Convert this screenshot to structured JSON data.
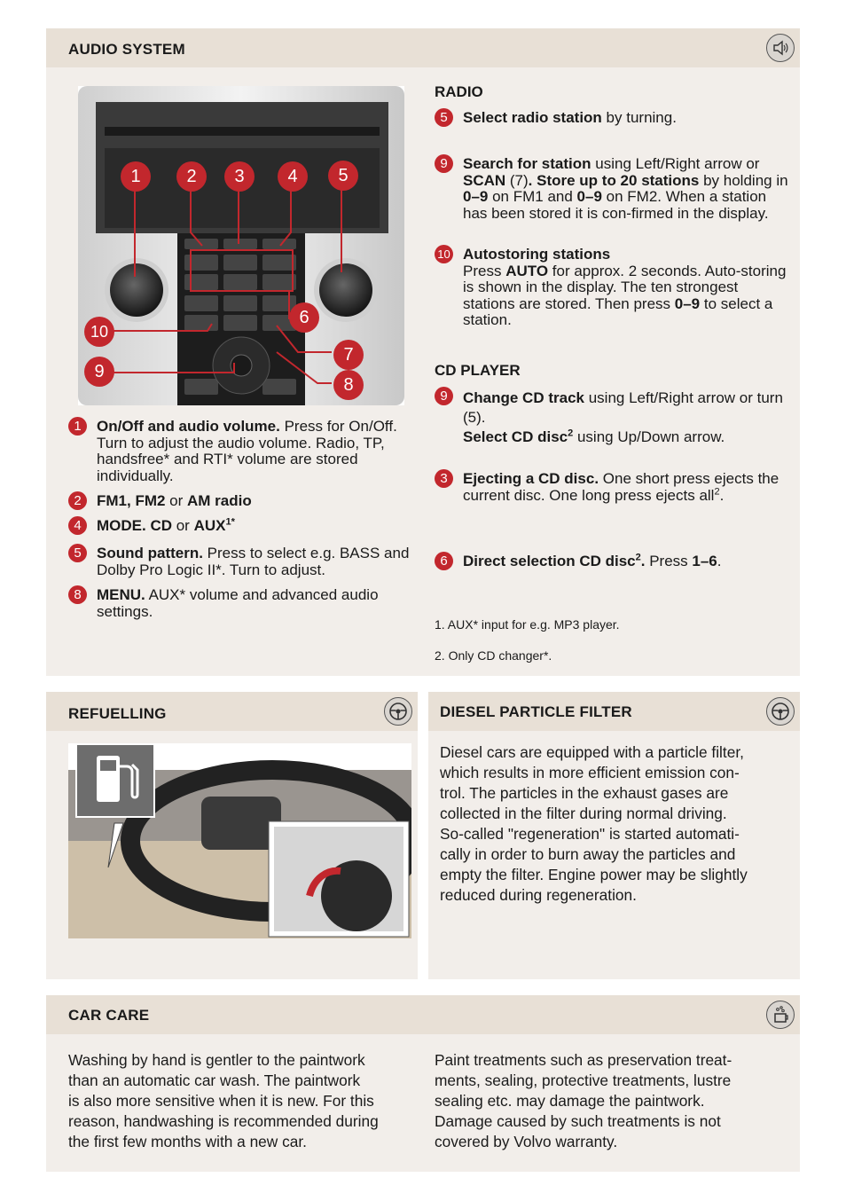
{
  "audio": {
    "title": "AUDIO SYSTEM",
    "icon": "speaker-icon",
    "callouts": [
      "1",
      "2",
      "3",
      "4",
      "5",
      "6",
      "7",
      "8",
      "9",
      "10"
    ],
    "left_items": [
      {
        "num": "1",
        "bold": "On/Off and audio volume.",
        "text": " Press for On/Off. Turn to adjust the audio volume. Radio, TP, handsfree* and RTI* volume are stored individually."
      },
      {
        "num": "2",
        "bold": "FM1, FM2",
        "mid": " or ",
        "bold2": "AM radio"
      },
      {
        "num": "4",
        "bold": "MODE. CD",
        "mid": " or ",
        "bold2": "AUX",
        "sup": "1*"
      },
      {
        "num": "5",
        "bold": "Sound pattern.",
        "text": " Press to select e.g. BASS and Dolby Pro Logic II*. Turn to adjust."
      },
      {
        "num": "8",
        "bold": "MENU.",
        "text": " AUX* volume and advanced audio settings."
      }
    ],
    "radio_title": "RADIO",
    "radio_items": [
      {
        "num": "5",
        "bold": "Select radio station",
        "text": " by turning."
      },
      {
        "num": "9",
        "p1b": "Search for station",
        "p1": " using Left/Right arrow or ",
        "p2b": "SCAN",
        "p2": " (7)",
        "p3b": ". Store up to 20 stations",
        "p3": " by holding in ",
        "p4b": "0–9",
        "p4": " on FM1 and ",
        "p5b": "0–9",
        "p5": " on FM2. When a station has been stored it is con-firmed in the display."
      },
      {
        "num": "10",
        "title": "Autostoring stations",
        "t1": "Press ",
        "t1b": "AUTO",
        "t2": " for approx. 2 seconds. Auto-storing is shown in the display. The ten strongest stations are stored. Then press ",
        "t2b": "0–9",
        "t3": " to select a station."
      }
    ],
    "cd_title": "CD PLAYER",
    "cd_items": [
      {
        "num": "9",
        "bold": "Change CD track",
        "text": " using Left/Right arrow or turn (5).",
        "bold2": "Select CD disc",
        "sup": "2",
        "text2": " using Up/Down arrow."
      },
      {
        "num": "3",
        "bold": "Ejecting a CD disc.",
        "text": " One short press ejects the current disc. One long press ejects all",
        "sup": "2",
        "tail": "."
      },
      {
        "num": "6",
        "bold": "Direct selection CD disc",
        "sup": "2",
        "bold_tail": ".",
        "text": " Press ",
        "bold2": "1–6",
        "tail": "."
      }
    ],
    "footnotes": [
      "1. AUX* input for e.g. MP3 player.",
      "2. Only CD changer*."
    ]
  },
  "refuelling": {
    "title": "REFUELLING",
    "icon": "steering-wheel-icon",
    "pictogram": "fuel-pump-icon"
  },
  "dpf": {
    "title": "DIESEL PARTICLE FILTER",
    "icon": "steering-wheel-icon",
    "lines": [
      "Diesel cars are equipped with a particle filter,",
      "which results in more efficient emission con-",
      "trol. The particles in the exhaust gases are",
      "collected in the filter during normal driving.",
      "So-called \"regeneration\" is started automati-",
      "cally in order to burn away the particles and",
      "empty the filter. Engine power may be slightly",
      "reduced during regeneration."
    ]
  },
  "carcare": {
    "title": "CAR CARE",
    "icon": "car-wash-icon",
    "left_lines": [
      "Washing by hand is gentler to the paintwork",
      "than an automatic car wash. The paintwork",
      "is also more sensitive when it is new. For this",
      "reason, handwashing is recommended during",
      "the first few months with a new car."
    ],
    "right_lines": [
      "Paint treatments such as preservation treat-",
      "ments, sealing, protective treatments, lustre",
      "sealing etc. may damage the paintwork.",
      "Damage caused by such treatments is not",
      "covered by Volvo warranty."
    ]
  }
}
